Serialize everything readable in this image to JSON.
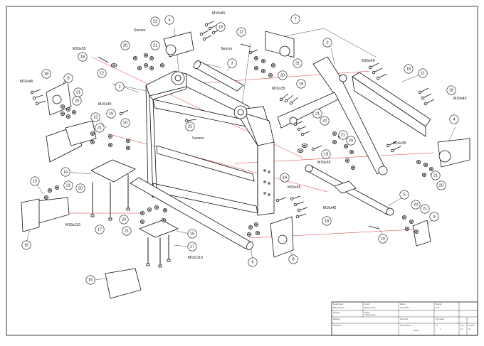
{
  "drawing": {
    "balloons": [
      {
        "id": "b22a",
        "n": "22"
      },
      {
        "id": "b4a",
        "n": "4"
      },
      {
        "id": "b18a",
        "n": "18"
      },
      {
        "id": "b12a",
        "n": "12"
      },
      {
        "id": "b7",
        "n": "7"
      },
      {
        "id": "b19a",
        "n": "19"
      },
      {
        "id": "b20a",
        "n": "20"
      },
      {
        "id": "b21a",
        "n": "21"
      },
      {
        "id": "b12b",
        "n": "12"
      },
      {
        "id": "b3",
        "n": "3"
      },
      {
        "id": "b2",
        "n": "2"
      },
      {
        "id": "b21b",
        "n": "21"
      },
      {
        "id": "b20b",
        "n": "20"
      },
      {
        "id": "b18b",
        "n": "18"
      },
      {
        "id": "b11",
        "n": "11"
      },
      {
        "id": "b18c",
        "n": "18"
      },
      {
        "id": "b8a",
        "n": "8"
      },
      {
        "id": "b21c",
        "n": "21"
      },
      {
        "id": "b20c",
        "n": "20"
      },
      {
        "id": "b1",
        "n": "1"
      },
      {
        "id": "b19b",
        "n": "19"
      },
      {
        "id": "b19c",
        "n": "19"
      },
      {
        "id": "b21d",
        "n": "21"
      },
      {
        "id": "b20d",
        "n": "20"
      },
      {
        "id": "b13",
        "n": "13"
      },
      {
        "id": "b21e",
        "n": "21"
      },
      {
        "id": "b20e",
        "n": "20"
      },
      {
        "id": "b22b",
        "n": "22"
      },
      {
        "id": "b18d",
        "n": "18"
      },
      {
        "id": "b4b",
        "n": "4"
      },
      {
        "id": "b20f",
        "n": "20"
      },
      {
        "id": "b19d",
        "n": "19"
      },
      {
        "id": "b21f",
        "n": "21"
      },
      {
        "id": "b14",
        "n": "14"
      },
      {
        "id": "b15a",
        "n": "15"
      },
      {
        "id": "b21g",
        "n": "21"
      },
      {
        "id": "b20g",
        "n": "20"
      },
      {
        "id": "b19e",
        "n": "19"
      },
      {
        "id": "b21h",
        "n": "21"
      },
      {
        "id": "b20h",
        "n": "20"
      },
      {
        "id": "b5",
        "n": "5"
      },
      {
        "id": "b16a",
        "n": "16"
      },
      {
        "id": "b17a",
        "n": "17"
      },
      {
        "id": "b20i",
        "n": "20"
      },
      {
        "id": "b21i",
        "n": "21"
      },
      {
        "id": "b15b",
        "n": "15"
      },
      {
        "id": "b18e",
        "n": "18"
      },
      {
        "id": "b20j",
        "n": "20"
      },
      {
        "id": "b21j",
        "n": "21"
      },
      {
        "id": "b9",
        "n": "9"
      },
      {
        "id": "b10",
        "n": "10"
      },
      {
        "id": "b6",
        "n": "6"
      },
      {
        "id": "b8b",
        "n": "8"
      },
      {
        "id": "b17b",
        "n": "17"
      },
      {
        "id": "b16b",
        "n": "16"
      }
    ],
    "labels": {
      "sensor_a": "Senzor",
      "sensor_b": "Senzor",
      "sensor_c": "Senzor",
      "m16x45_a": "M16x45",
      "m16x35_a": "M16x35",
      "m16x45_b": "M16x45",
      "m16x35_b": "M16x35",
      "m16x45_c": "M16x45",
      "m16x45_d": "M16x45",
      "m16x35_c": "M16x35",
      "m16x35_d": "M16x35",
      "m16x35_e": "M16x35",
      "m16x35_f": "M16x35",
      "m16x45_e": "M16x45",
      "m16x110_a": "M16x110",
      "m16x110_b": "M16x110"
    }
  },
  "title_block": {
    "cells": [
      "Konstruoval",
      "Milan Tupinar",
      "Kreslil",
      "Milan Tupinar",
      "Datum",
      "12.06.2017",
      "Merítko",
      "1:20",
      "Schválil",
      "Název",
      "Sestava rámu",
      "Materiál",
      "Hmotnost",
      "Poznámka",
      "Číslo výkresu",
      "Ks",
      "1",
      "List",
      "1/1",
      "Formát",
      "A3",
      "Sestavení",
      "Tupinar"
    ]
  }
}
